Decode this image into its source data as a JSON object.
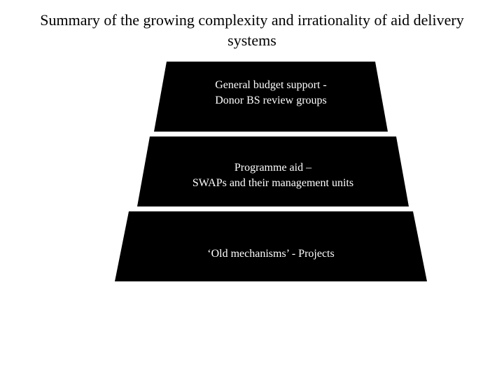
{
  "slide": {
    "title": "Summary of the growing complexity and irrationality of aid delivery systems",
    "background_color": "#ffffff",
    "text_color": "#000000"
  },
  "diagram": {
    "type": "pyramid",
    "band_color": "#000000",
    "band_text_color": "#ffffff",
    "bands": [
      {
        "level": 1,
        "label": "General budget support -\nDonor BS review groups"
      },
      {
        "level": 2,
        "label": "Programme aid –\nSWAPs and their management units"
      },
      {
        "level": 3,
        "label": "‘Old mechanisms’ - Projects"
      }
    ]
  }
}
